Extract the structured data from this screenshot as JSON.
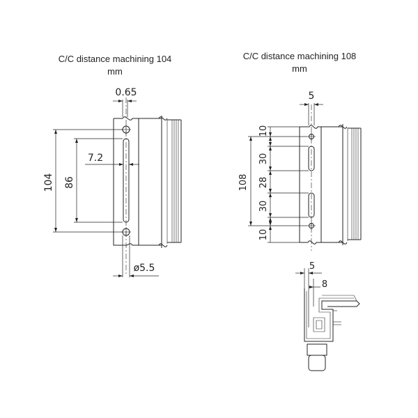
{
  "left_drawing": {
    "title_line1": "C/C distance machining 104",
    "title_line2": "mm",
    "dims": {
      "top_offset": "0.65",
      "overall": "104",
      "slot_length": "86",
      "slot_width": "7.2",
      "hole_diameter": "ø5.5"
    }
  },
  "right_drawing": {
    "title_line1": "C/C distance machining 108",
    "title_line2": "mm",
    "dims": {
      "top_offset": "5",
      "overall": "108",
      "seg1": "10",
      "seg2": "30",
      "seg3": "28",
      "seg4": "30",
      "seg5": "10"
    }
  },
  "section_view": {
    "dim_a": "5",
    "dim_b": "8"
  }
}
